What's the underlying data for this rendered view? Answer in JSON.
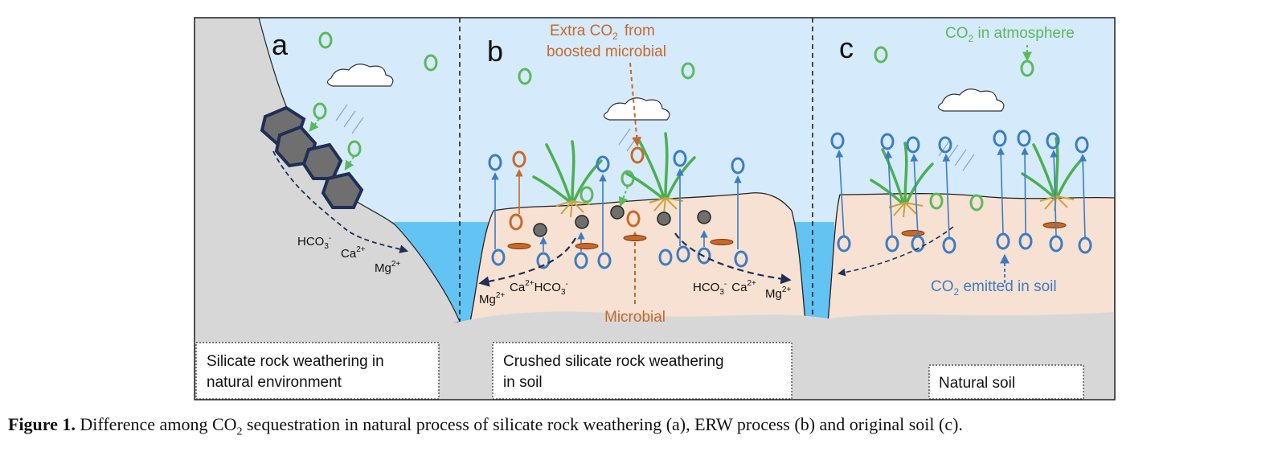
{
  "panels": {
    "a": {
      "letter": "a",
      "box_lines": [
        "Silicate rock weathering in",
        "natural environment"
      ]
    },
    "b": {
      "letter": "b",
      "box_lines": [
        "Crushed silicate rock weathering",
        "in soil"
      ]
    },
    "c": {
      "letter": "c",
      "box_label": "Natural soil"
    }
  },
  "labels": {
    "extra_co2_line1_pre": "Extra CO",
    "extra_co2_line1_sub": "2",
    "extra_co2_line1_post": "from",
    "extra_co2_line2": "boosted microbial",
    "microbial": "Microbial",
    "co2_atmosphere_pre": "CO",
    "co2_atmosphere_sub": "2",
    "co2_atmosphere_post": " in atmosphere",
    "co2_soil_pre": "CO",
    "co2_soil_sub": "2",
    "co2_soil_post": " emitted in soil"
  },
  "ions": {
    "hco3": "HCO",
    "hco3_sub": "3",
    "hco3_sup": "-",
    "ca": "Ca",
    "ca_sup": "2+",
    "mg": "Mg",
    "mg_sup": "2+"
  },
  "caption": {
    "figure_label": "Figure 1.",
    "text_pre": " Difference among CO",
    "text_sub": "2",
    "text_post": " sequestration in natural process of silicate rock weathering (a), ERW process (b) and original soil (c)."
  },
  "colors": {
    "sky": "#d5eafb",
    "water": "#63c3f2",
    "soil": "#f7e1d2",
    "rock_ground": "#d7d7d7",
    "green_co2": "#5cb85c",
    "blue_co2": "#3b7cc4",
    "orange_co2": "#c8692a",
    "dark_arrow": "#1f2f55",
    "rock_fill": "#6f6f6f",
    "rock_edge": "#1f2f55"
  }
}
